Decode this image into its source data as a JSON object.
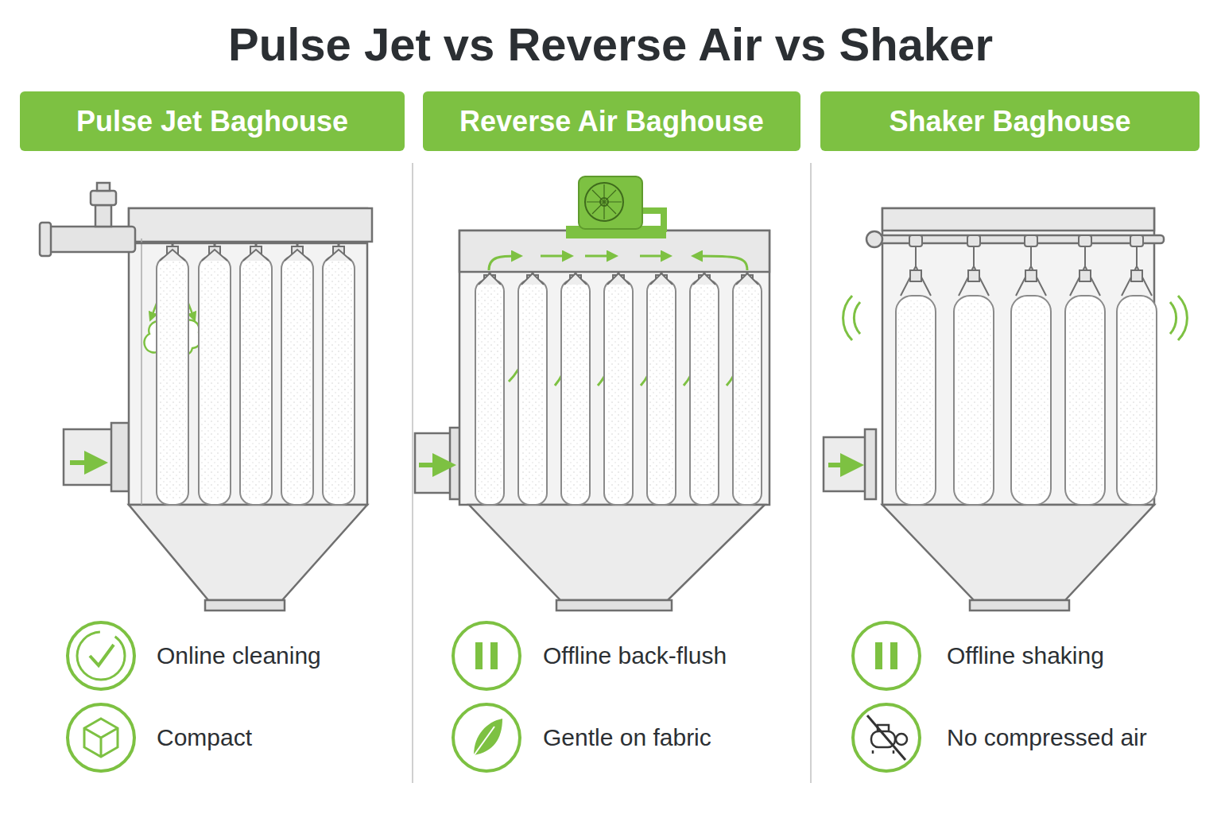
{
  "diagram": {
    "title": "Pulse Jet vs Reverse Air vs Shaker",
    "nodes": [
      {
        "text": [
          "Pulse Jet Baghouse"
        ]
      },
      {
        "text": [
          "Reverse Air Baghouse"
        ]
      },
      {
        "text": [
          "Shaker Baghouse"
        ]
      }
    ],
    "labels": [
      "Online cleaning",
      "Compact",
      "Offline back-flush",
      "Gentle on fabric",
      "Offline shaking",
      "No compressed air"
    ]
  }
}
